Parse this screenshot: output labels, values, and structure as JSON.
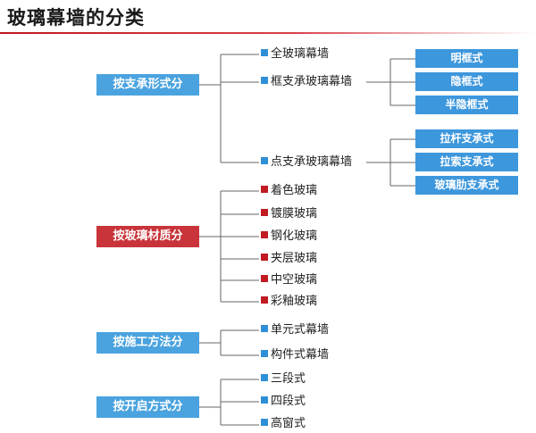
{
  "title": "玻璃幕墙的分类",
  "colors": {
    "accent_red": "#c9343a",
    "accent_blue": "#4aa3df",
    "line": "#666666"
  },
  "categories": [
    {
      "label": "按支承形式分",
      "color": "blue"
    },
    {
      "label": "按玻璃材质分",
      "color": "red"
    },
    {
      "label": "按施工方法分",
      "color": "blue"
    },
    {
      "label": "按开启方式分",
      "color": "blue"
    }
  ],
  "support": {
    "items": [
      "全玻璃幕墙",
      "框支承玻璃幕墙",
      "点支承玻璃幕墙"
    ],
    "frame_types": [
      "明框式",
      "隐框式",
      "半隐框式"
    ],
    "point_types": [
      "拉杆支承式",
      "拉索支承式",
      "玻璃肋支承式"
    ]
  },
  "material": {
    "items": [
      "着色玻璃",
      "镀膜玻璃",
      "钢化玻璃",
      "夹层玻璃",
      "中空玻璃",
      "彩釉玻璃"
    ]
  },
  "construction": {
    "items": [
      "单元式幕墙",
      "构件式幕墙"
    ]
  },
  "opening": {
    "items": [
      "三段式",
      "四段式",
      "高窗式"
    ]
  }
}
